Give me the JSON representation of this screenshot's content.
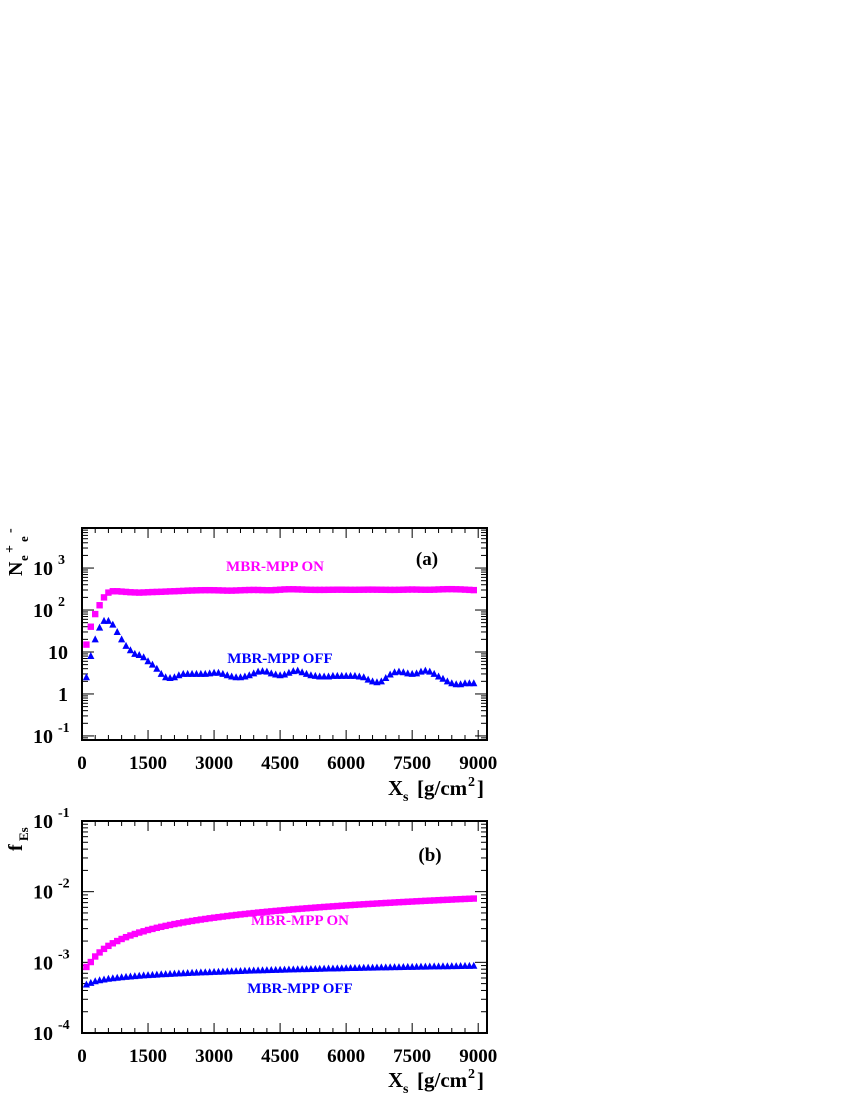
{
  "chart_data": [
    {
      "type": "scatter",
      "panel_label": "(a)",
      "ylabel": {
        "base": "N",
        "sub": "e",
        "sup1": "+",
        "sub2": "e",
        "sup2": "-"
      },
      "xlabel": {
        "base": "X",
        "sub": "s",
        "rest": "[g/cm",
        "sup": "2",
        "close": "]"
      },
      "xlim": [
        0,
        9200
      ],
      "ylim": [
        0.08,
        9000
      ],
      "yscale": "log",
      "x_ticks": [
        0,
        1500,
        3000,
        4500,
        6000,
        7500,
        9000
      ],
      "x_tick_labels": [
        "0",
        "1500",
        "3000",
        "4500",
        "6000",
        "7500",
        "9000"
      ],
      "y_ticks": [
        {
          "value": 0.1,
          "base": "10",
          "exp": "-1"
        },
        {
          "value": 1,
          "base": "1",
          "exp": ""
        },
        {
          "value": 10,
          "base": "10",
          "exp": ""
        },
        {
          "value": 100,
          "base": "10",
          "exp": "2"
        },
        {
          "value": 1000,
          "base": "10",
          "exp": "3"
        }
      ],
      "series": [
        {
          "name": "MBR-MPP ON",
          "color": "#ff00ff",
          "marker": "square",
          "x": [
            100,
            200,
            300,
            400,
            500,
            600,
            700,
            800,
            900,
            1000,
            1100,
            1200,
            1300,
            1400,
            1500,
            1600,
            1700,
            1800,
            1900,
            2000,
            2100,
            2200,
            2300,
            2400,
            2500,
            2600,
            2700,
            2800,
            2900,
            3000,
            3100,
            3200,
            3300,
            3400,
            3500,
            3600,
            3700,
            3800,
            3900,
            4000,
            4100,
            4200,
            4300,
            4400,
            4500,
            4600,
            4700,
            4800,
            4900,
            5000,
            5100,
            5200,
            5300,
            5400,
            5500,
            5600,
            5700,
            5800,
            5900,
            6000,
            6100,
            6200,
            6300,
            6400,
            6500,
            6600,
            6700,
            6800,
            6900,
            7000,
            7100,
            7200,
            7300,
            7400,
            7500,
            7600,
            7700,
            7800,
            7900,
            8000,
            8100,
            8200,
            8300,
            8400,
            8500,
            8600,
            8700,
            8800,
            8900
          ],
          "y": [
            15,
            40,
            80,
            130,
            200,
            260,
            280,
            280,
            275,
            270,
            265,
            262,
            260,
            262,
            265,
            268,
            270,
            272,
            275,
            278,
            280,
            283,
            286,
            290,
            292,
            294,
            296,
            297,
            297,
            296,
            294,
            292,
            290,
            290,
            292,
            295,
            298,
            300,
            301,
            300,
            298,
            296,
            296,
            300,
            305,
            310,
            312,
            312,
            310,
            308,
            305,
            303,
            302,
            302,
            302,
            303,
            304,
            305,
            305,
            304,
            303,
            303,
            304,
            305,
            306,
            306,
            305,
            304,
            303,
            302,
            302,
            303,
            305,
            307,
            308,
            307,
            305,
            304,
            304,
            306,
            309,
            312,
            314,
            314,
            312,
            310,
            306,
            302,
            298
          ]
        },
        {
          "name": "MBR-MPP OFF",
          "color": "#0000ff",
          "marker": "triangle",
          "x": [
            100,
            200,
            300,
            400,
            500,
            600,
            700,
            800,
            900,
            1000,
            1100,
            1200,
            1300,
            1400,
            1500,
            1600,
            1700,
            1800,
            1900,
            2000,
            2100,
            2200,
            2300,
            2400,
            2500,
            2600,
            2700,
            2800,
            2900,
            3000,
            3100,
            3200,
            3300,
            3400,
            3500,
            3600,
            3700,
            3800,
            3900,
            4000,
            4100,
            4200,
            4300,
            4400,
            4500,
            4600,
            4700,
            4800,
            4900,
            5000,
            5100,
            5200,
            5300,
            5400,
            5500,
            5600,
            5700,
            5800,
            5900,
            6000,
            6100,
            6200,
            6300,
            6400,
            6500,
            6600,
            6700,
            6800,
            6900,
            7000,
            7100,
            7200,
            7300,
            7400,
            7500,
            7600,
            7700,
            7800,
            7900,
            8000,
            8100,
            8200,
            8300,
            8400,
            8500,
            8600,
            8700,
            8800,
            8900
          ],
          "y": [
            2.5,
            8,
            20,
            38,
            55,
            55,
            45,
            30,
            20,
            14,
            11,
            9,
            8.5,
            7.5,
            6,
            5,
            4,
            3,
            2.5,
            2.4,
            2.5,
            2.8,
            3,
            3,
            3,
            3,
            3,
            3,
            3.1,
            3.2,
            3.2,
            3,
            2.8,
            2.6,
            2.5,
            2.5,
            2.6,
            2.8,
            3.1,
            3.4,
            3.5,
            3.4,
            3.1,
            2.9,
            2.8,
            2.9,
            3.2,
            3.5,
            3.6,
            3.3,
            3,
            2.8,
            2.7,
            2.6,
            2.6,
            2.6,
            2.7,
            2.7,
            2.7,
            2.7,
            2.7,
            2.7,
            2.6,
            2.5,
            2.2,
            2,
            1.9,
            2,
            2.4,
            2.9,
            3.3,
            3.4,
            3.3,
            3.1,
            3,
            3.1,
            3.4,
            3.6,
            3.4,
            3,
            2.6,
            2.3,
            2,
            1.8,
            1.7,
            1.7,
            1.8,
            1.8,
            1.8
          ]
        }
      ],
      "annotations": [
        "MBR-MPP ON",
        "MBR-MPP OFF"
      ]
    },
    {
      "type": "scatter",
      "panel_label": "(b)",
      "ylabel": {
        "base": "f",
        "sub": "Es"
      },
      "xlabel": {
        "base": "X",
        "sub": "s",
        "rest": "[g/cm",
        "sup": "2",
        "close": "]"
      },
      "xlim": [
        0,
        9200
      ],
      "ylim": [
        0.0001,
        0.1
      ],
      "yscale": "log",
      "x_ticks": [
        0,
        1500,
        3000,
        4500,
        6000,
        7500,
        9000
      ],
      "x_tick_labels": [
        "0",
        "1500",
        "3000",
        "4500",
        "6000",
        "7500",
        "9000"
      ],
      "y_ticks": [
        {
          "value": 0.0001,
          "base": "10",
          "exp": "-4"
        },
        {
          "value": 0.001,
          "base": "10",
          "exp": "-3"
        },
        {
          "value": 0.01,
          "base": "10",
          "exp": "-2"
        },
        {
          "value": 0.1,
          "base": "10",
          "exp": "-1"
        }
      ],
      "series": [
        {
          "name": "MBR-MPP ON",
          "color": "#ff00ff",
          "marker": "square",
          "x": [
            100,
            200,
            300,
            400,
            500,
            600,
            700,
            800,
            900,
            1000,
            1100,
            1200,
            1300,
            1400,
            1500,
            1600,
            1700,
            1800,
            1900,
            2000,
            2100,
            2200,
            2300,
            2400,
            2500,
            2600,
            2700,
            2800,
            2900,
            3000,
            3100,
            3200,
            3300,
            3400,
            3500,
            3600,
            3700,
            3800,
            3900,
            4000,
            4100,
            4200,
            4300,
            4400,
            4500,
            4600,
            4700,
            4800,
            4900,
            5000,
            5100,
            5200,
            5300,
            5400,
            5500,
            5600,
            5700,
            5800,
            5900,
            6000,
            6100,
            6200,
            6300,
            6400,
            6500,
            6600,
            6700,
            6800,
            6900,
            7000,
            7100,
            7200,
            7300,
            7400,
            7500,
            7600,
            7700,
            7800,
            7900,
            8000,
            8100,
            8200,
            8300,
            8400,
            8500,
            8600,
            8700,
            8800,
            8900
          ],
          "y": [
            0.00086,
            0.00101,
            0.00121,
            0.00138,
            0.00155,
            0.00171,
            0.00186,
            0.002,
            0.00214,
            0.00227,
            0.0024,
            0.00252,
            0.00264,
            0.00275,
            0.00287,
            0.00297,
            0.00308,
            0.00318,
            0.00328,
            0.00338,
            0.00348,
            0.00357,
            0.00367,
            0.00376,
            0.00385,
            0.00394,
            0.00403,
            0.00411,
            0.0042,
            0.00428,
            0.00436,
            0.00444,
            0.00452,
            0.0046,
            0.00468,
            0.00476,
            0.00483,
            0.00491,
            0.00498,
            0.00506,
            0.00513,
            0.0052,
            0.00527,
            0.00534,
            0.00541,
            0.00548,
            0.00555,
            0.00562,
            0.00569,
            0.00575,
            0.00582,
            0.00588,
            0.00595,
            0.00601,
            0.00608,
            0.00614,
            0.0062,
            0.00626,
            0.00633,
            0.00639,
            0.00645,
            0.00651,
            0.00657,
            0.00663,
            0.00669,
            0.00674,
            0.0068,
            0.00686,
            0.00692,
            0.00697,
            0.00703,
            0.00709,
            0.00714,
            0.0072,
            0.00725,
            0.00731,
            0.00736,
            0.00742,
            0.00747,
            0.00752,
            0.00758,
            0.00763,
            0.00768,
            0.00773,
            0.00779,
            0.00784,
            0.00789,
            0.00794,
            0.00799
          ]
        },
        {
          "name": "MBR-MPP OFF",
          "color": "#0000ff",
          "marker": "triangle",
          "x": [
            100,
            200,
            300,
            400,
            500,
            600,
            700,
            800,
            900,
            1000,
            1100,
            1200,
            1300,
            1400,
            1500,
            1600,
            1700,
            1800,
            1900,
            2000,
            2100,
            2200,
            2300,
            2400,
            2500,
            2600,
            2700,
            2800,
            2900,
            3000,
            3100,
            3200,
            3300,
            3400,
            3500,
            3600,
            3700,
            3800,
            3900,
            4000,
            4100,
            4200,
            4300,
            4400,
            4500,
            4600,
            4700,
            4800,
            4900,
            5000,
            5100,
            5200,
            5300,
            5400,
            5500,
            5600,
            5700,
            5800,
            5900,
            6000,
            6100,
            6200,
            6300,
            6400,
            6500,
            6600,
            6700,
            6800,
            6900,
            7000,
            7100,
            7200,
            7300,
            7400,
            7500,
            7600,
            7700,
            7800,
            7900,
            8000,
            8100,
            8200,
            8300,
            8400,
            8500,
            8600,
            8700,
            8800,
            8900
          ],
          "y": [
            0.000485,
            0.000513,
            0.000539,
            0.000557,
            0.000572,
            0.000585,
            0.000596,
            0.000606,
            0.000615,
            0.000623,
            0.000631,
            0.000639,
            0.000646,
            0.000653,
            0.000659,
            0.000665,
            0.000671,
            0.000677,
            0.000682,
            0.000687,
            0.000692,
            0.000697,
            0.000702,
            0.000707,
            0.000711,
            0.000716,
            0.00072,
            0.000724,
            0.000728,
            0.000733,
            0.000737,
            0.00074,
            0.000744,
            0.000748,
            0.000752,
            0.000755,
            0.000759,
            0.000762,
            0.000766,
            0.000769,
            0.000772,
            0.000776,
            0.000779,
            0.000782,
            0.000785,
            0.000788,
            0.000791,
            0.000794,
            0.000797,
            0.0008,
            0.000803,
            0.000806,
            0.000808,
            0.000811,
            0.000814,
            0.000817,
            0.000819,
            0.000822,
            0.000825,
            0.000827,
            0.00083,
            0.000832,
            0.000835,
            0.000837,
            0.00084,
            0.000842,
            0.000845,
            0.000847,
            0.00085,
            0.000852,
            0.000854,
            0.000857,
            0.000859,
            0.000861,
            0.000864,
            0.000866,
            0.000868,
            0.00087,
            0.000872,
            0.000875,
            0.000877,
            0.000879,
            0.000881,
            0.000883,
            0.000885,
            0.000887,
            0.00089,
            0.000892,
            0.000894
          ]
        }
      ],
      "annotations": [
        "MBR-MPP ON",
        "MBR-MPP OFF"
      ]
    }
  ]
}
